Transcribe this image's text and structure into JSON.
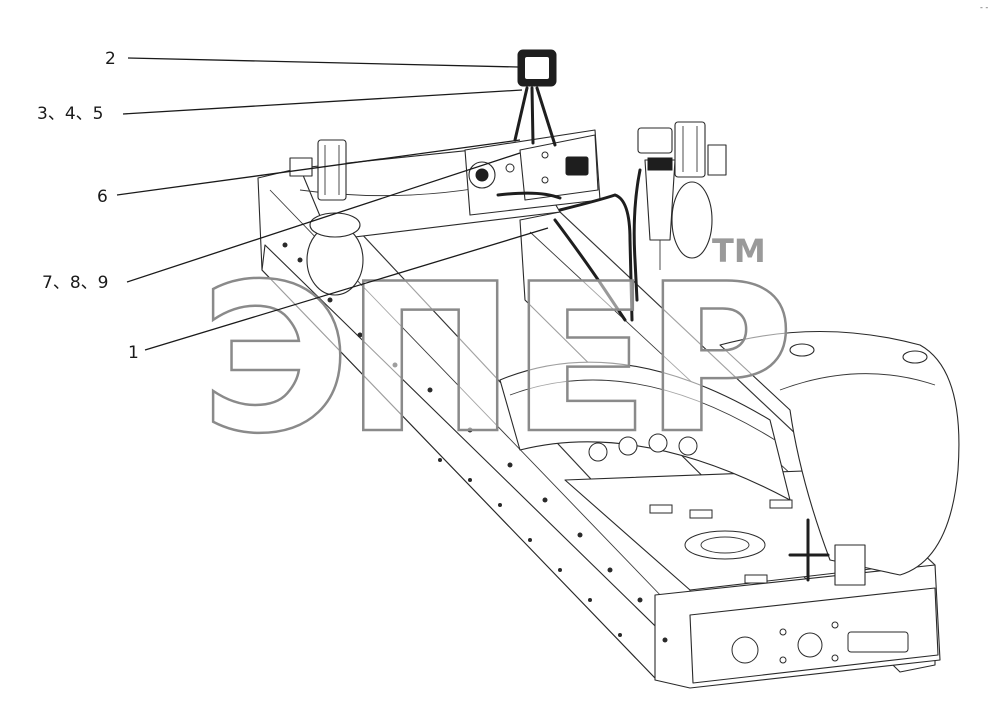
{
  "callouts": [
    {
      "id": "c2",
      "label": "2"
    },
    {
      "id": "c345",
      "label": "3、4、5"
    },
    {
      "id": "c6",
      "label": "6"
    },
    {
      "id": "c789",
      "label": "7、8、9"
    },
    {
      "id": "c1",
      "label": "1"
    }
  ],
  "watermark": {
    "text": "ЭПЕР",
    "trademark": "TM"
  },
  "corner_mark": "- -",
  "colors": {
    "line": "#1a1a1a",
    "watermark": "#8a8a8a",
    "background": "#ffffff"
  }
}
